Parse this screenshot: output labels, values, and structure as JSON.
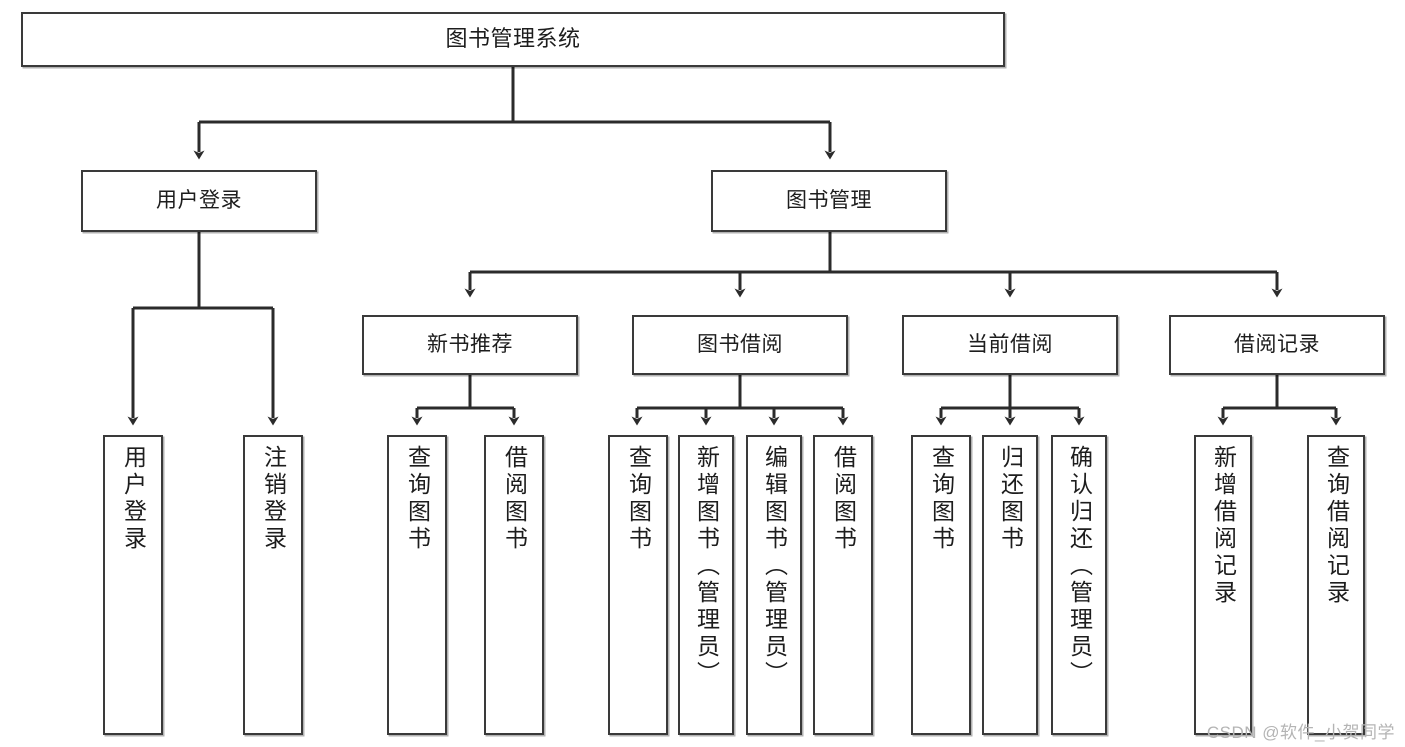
{
  "diagram": {
    "title": "图书管理系统",
    "type": "hierarchy-tree",
    "watermark": "CSDN @软件_小贺同学",
    "colors": {
      "node_border": "#3a3a3a",
      "node_fill": "#ffffff",
      "edge": "#2b2b2b",
      "text": "#1d1d1d",
      "watermark": "#b4b4b4"
    },
    "nodes": {
      "root": {
        "label": "图书管理系统"
      },
      "level1": [
        {
          "id": "user-login",
          "label": "用户登录"
        },
        {
          "id": "book-manage",
          "label": "图书管理"
        }
      ],
      "level2": [
        {
          "id": "new-book-rec",
          "label": "新书推荐"
        },
        {
          "id": "book-borrow",
          "label": "图书借阅"
        },
        {
          "id": "current-borrow",
          "label": "当前借阅"
        },
        {
          "id": "borrow-record",
          "label": "借阅记录"
        }
      ],
      "leaves": [
        {
          "id": "leaf-user-login",
          "label": "用户登录",
          "parent": "user-login"
        },
        {
          "id": "leaf-logout",
          "label": "注销登录",
          "parent": "user-login"
        },
        {
          "id": "leaf-query-book-1",
          "label": "查询图书",
          "parent": "new-book-rec"
        },
        {
          "id": "leaf-borrow-book-1",
          "label": "借阅图书",
          "parent": "new-book-rec"
        },
        {
          "id": "leaf-query-book-2",
          "label": "查询图书",
          "parent": "book-borrow"
        },
        {
          "id": "leaf-add-book",
          "label": "新增图书（管理员）",
          "parent": "book-borrow"
        },
        {
          "id": "leaf-edit-book",
          "label": "编辑图书（管理员）",
          "parent": "book-borrow"
        },
        {
          "id": "leaf-borrow-book-2",
          "label": "借阅图书",
          "parent": "book-borrow"
        },
        {
          "id": "leaf-query-book-3",
          "label": "查询图书",
          "parent": "current-borrow"
        },
        {
          "id": "leaf-return-book",
          "label": "归还图书",
          "parent": "current-borrow"
        },
        {
          "id": "leaf-confirm-return",
          "label": "确认归还（管理员）",
          "parent": "current-borrow"
        },
        {
          "id": "leaf-add-record",
          "label": "新增借阅记录",
          "parent": "borrow-record"
        },
        {
          "id": "leaf-query-record",
          "label": "查询借阅记录",
          "parent": "borrow-record"
        }
      ]
    }
  }
}
